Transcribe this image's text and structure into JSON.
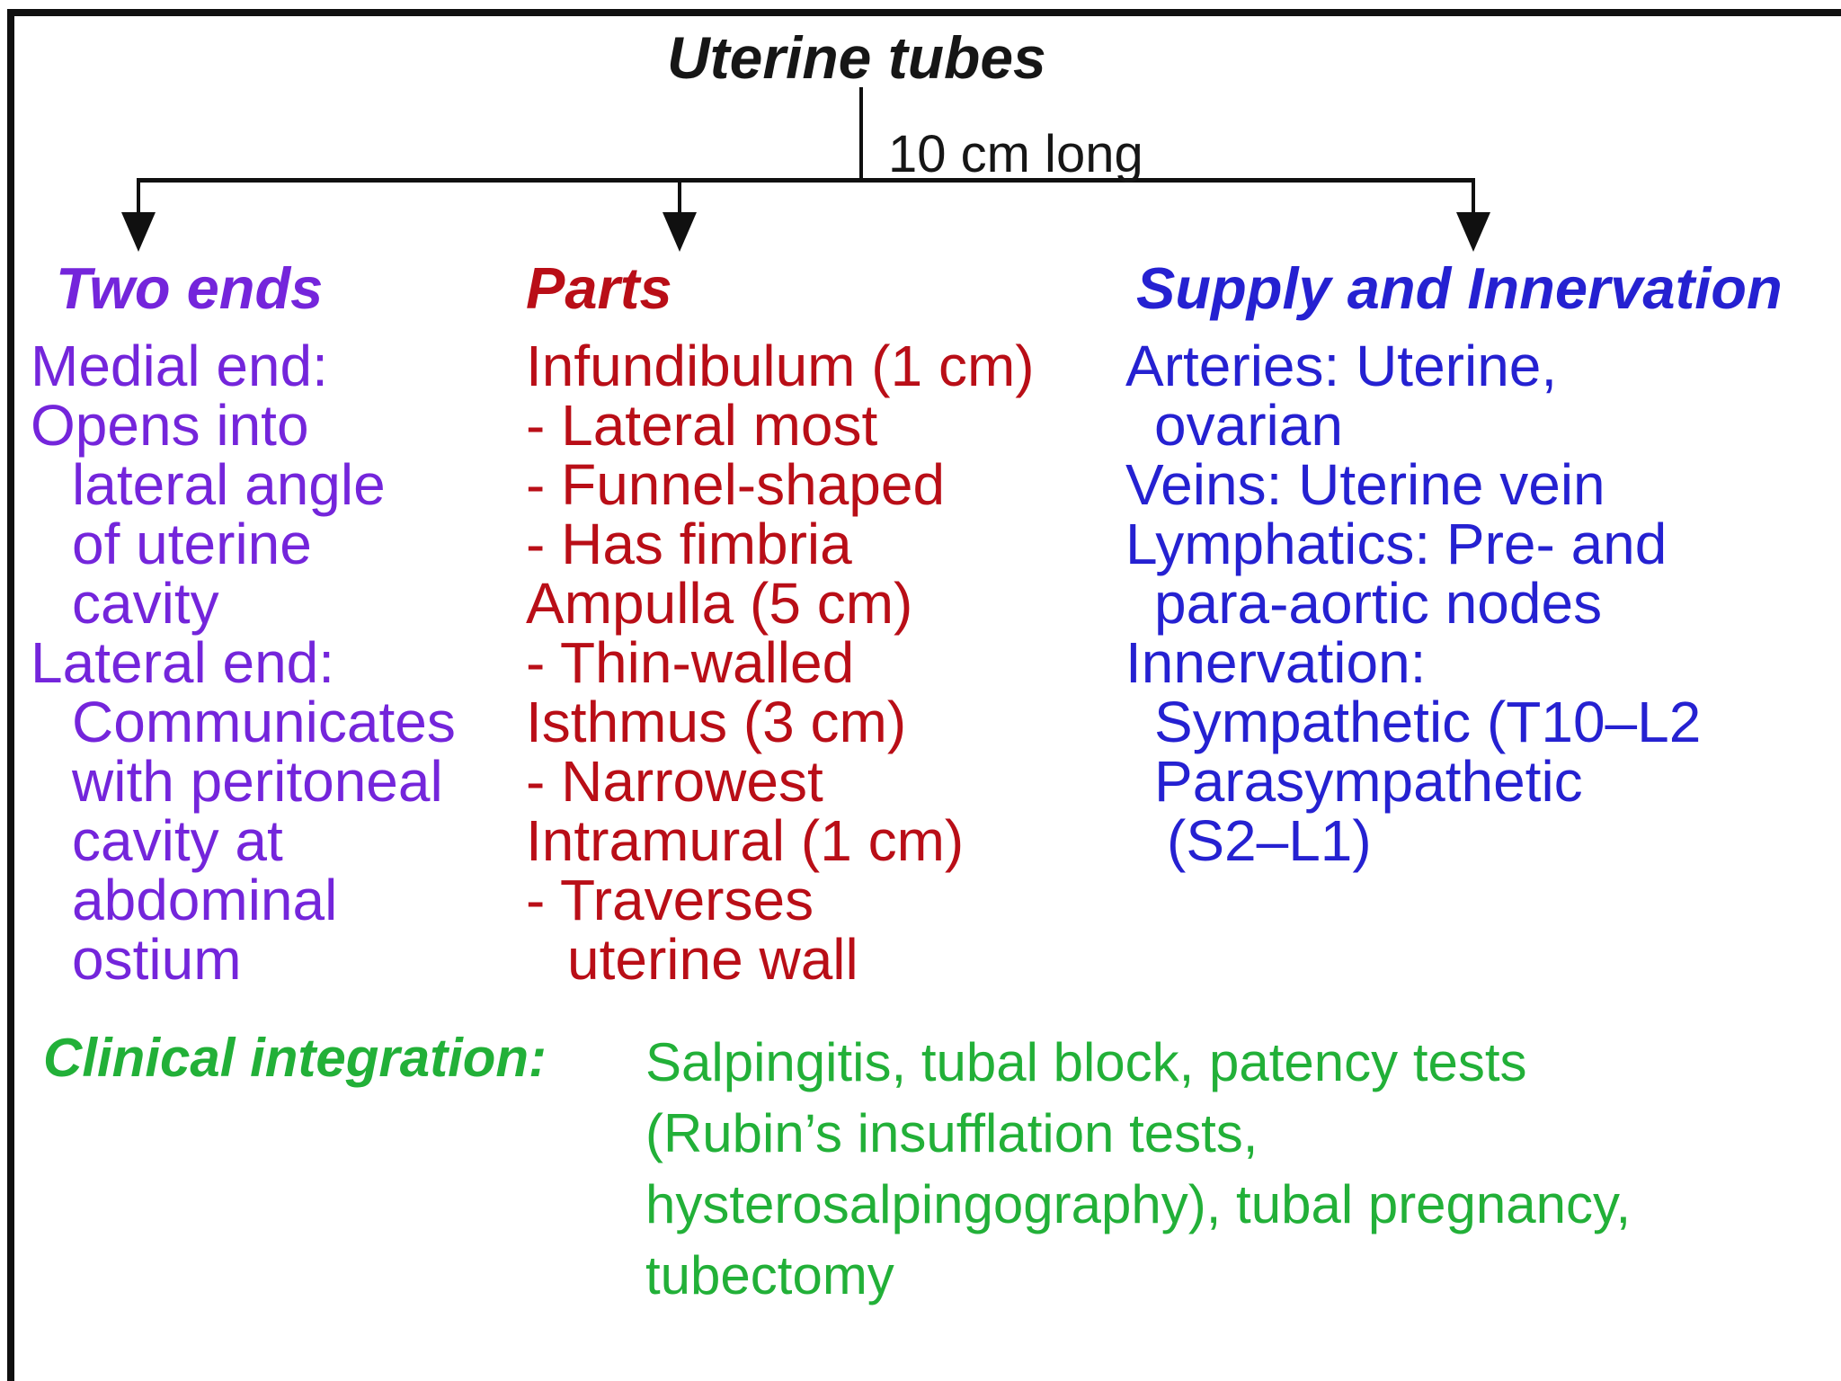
{
  "title": "Uterine tubes",
  "length_label": "10 cm long",
  "colors": {
    "purple": "#7425DB",
    "red": "#B90E17",
    "blue": "#2521D1",
    "green": "#22B038",
    "ink": "#161616"
  },
  "columns": {
    "two_ends": {
      "heading": "Two ends",
      "lines": [
        "Medial end:",
        "Opens into",
        "lateral angle",
        "of uterine",
        "cavity",
        "Lateral end:",
        "Communicates",
        "with peritoneal",
        "cavity at",
        "abdominal",
        "ostium"
      ]
    },
    "parts": {
      "heading": "Parts",
      "lines": [
        "Infundibulum (1 cm)",
        "- Lateral most",
        "- Funnel-shaped",
        "- Has fimbria",
        "Ampulla (5 cm)",
        "- Thin-walled",
        "Isthmus (3 cm)",
        "- Narrowest",
        "Intramural (1 cm)",
        "- Traverses",
        "uterine wall"
      ]
    },
    "supply": {
      "heading": "Supply and Innervation",
      "lines": [
        "Arteries: Uterine,",
        "ovarian",
        "Veins: Uterine vein",
        "Lymphatics: Pre- and",
        "para-aortic nodes",
        "Innervation:",
        "Sympathetic (T10–L2",
        "Parasympathetic",
        "(S2–L1)"
      ]
    }
  },
  "clinical": {
    "heading": "Clinical integration:",
    "lines": [
      "Salpingitis, tubal block, patency tests",
      "(Rubin’s insufflation tests,",
      "hysterosalpingography), tubal pregnancy,",
      "tubectomy"
    ]
  }
}
